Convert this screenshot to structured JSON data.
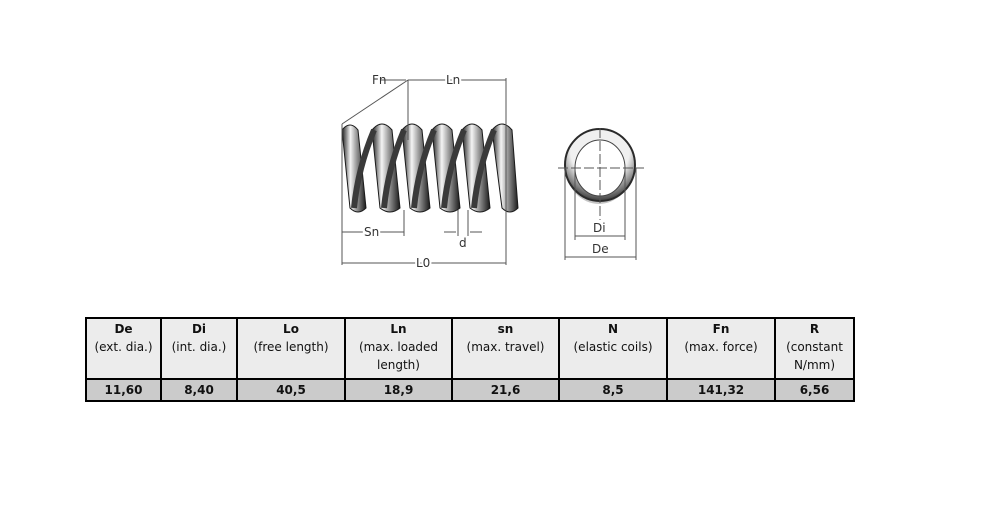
{
  "diagram": {
    "side_view_labels": {
      "fn": "Fn",
      "ln": "Ln",
      "sn": "Sn",
      "d": "d",
      "l0": "L0"
    },
    "end_view_labels": {
      "di": "Di",
      "de": "De"
    },
    "colors": {
      "line": "#555555",
      "spring_dark": "#2a2a2a",
      "spring_light": "#e0e0e0",
      "ring_shade": "#c4c4c4"
    }
  },
  "table": {
    "columns": [
      {
        "symbol": "De",
        "desc": "(ext. dia.)",
        "width": 75
      },
      {
        "symbol": "Di",
        "desc": "(int. dia.)",
        "width": 76
      },
      {
        "symbol": "Lo",
        "desc": "(free length)",
        "width": 108
      },
      {
        "symbol": "Ln",
        "desc": "(max. loaded length)",
        "width": 107
      },
      {
        "symbol": "sn",
        "desc": "(max. travel)",
        "width": 107
      },
      {
        "symbol": "N",
        "desc": "(elastic coils)",
        "width": 108
      },
      {
        "symbol": "Fn",
        "desc": "(max. force)",
        "width": 108
      },
      {
        "symbol": "R",
        "desc": "(constant N/mm)",
        "width": 79
      }
    ],
    "values": [
      "11,60",
      "8,40",
      "40,5",
      "18,9",
      "21,6",
      "8,5",
      "141,32",
      "6,56"
    ],
    "colors": {
      "header_bg": "#ececec",
      "value_bg": "#cbcbcb",
      "border": "#000000"
    }
  }
}
